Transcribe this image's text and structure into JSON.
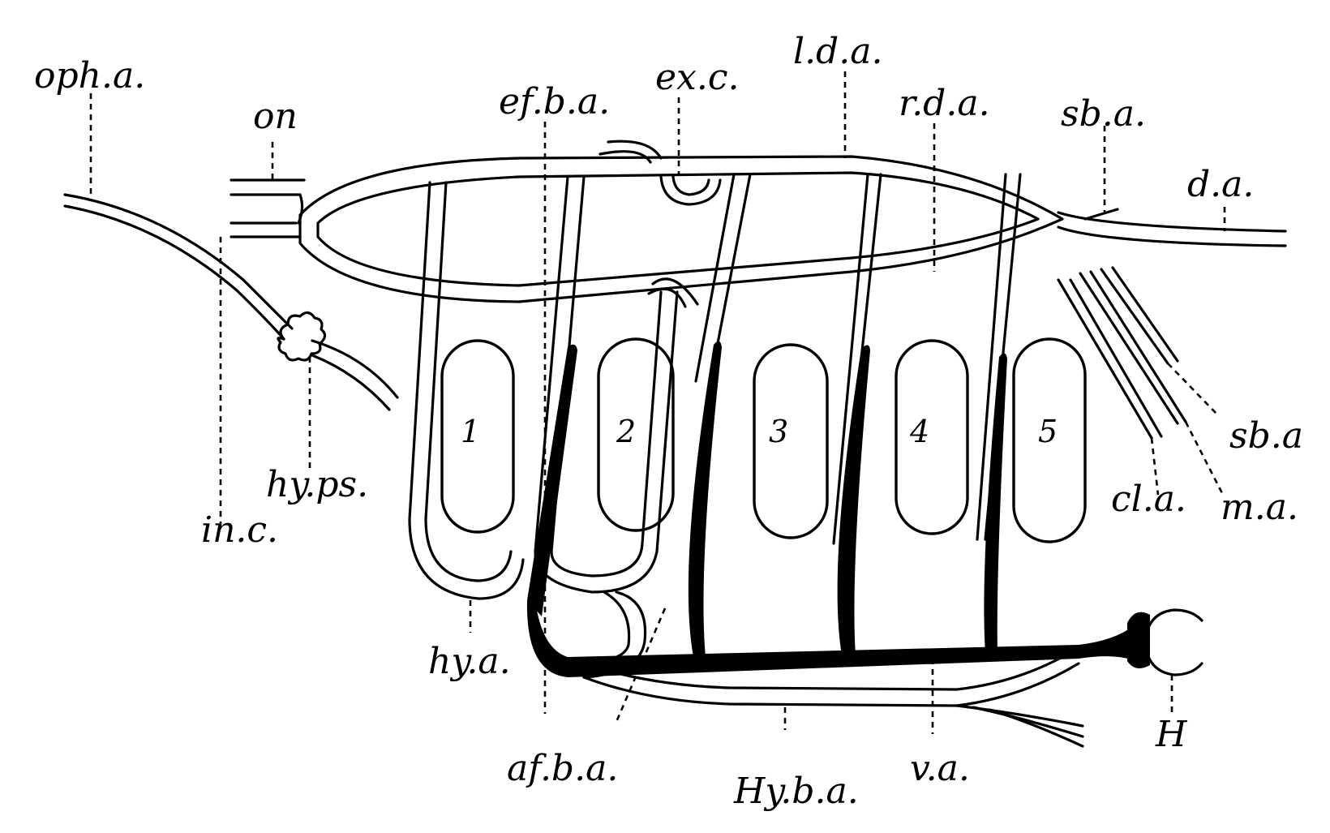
{
  "labels": {
    "oph_a": "oph.a.",
    "on": "on",
    "ef_b_a": "ef.b.a.",
    "ex_c": "ex.c.",
    "l_d_a": "l.d.a.",
    "r_d_a": "r.d.a.",
    "sb_a_top": "sb.a.",
    "d_a": "d.a.",
    "sb_a_right": "sb.a",
    "cl_a": "cl.a.",
    "m_a": "m.a.",
    "hy_ps": "hy.ps.",
    "in_c": "in.c.",
    "hy_a": "hy.a.",
    "af_b_a": "af.b.a.",
    "Hy_b_a": "Hy.b.a.",
    "v_a": "v.a.",
    "H": "H"
  },
  "gill_slits": [
    "1",
    "2",
    "3",
    "4",
    "5"
  ]
}
